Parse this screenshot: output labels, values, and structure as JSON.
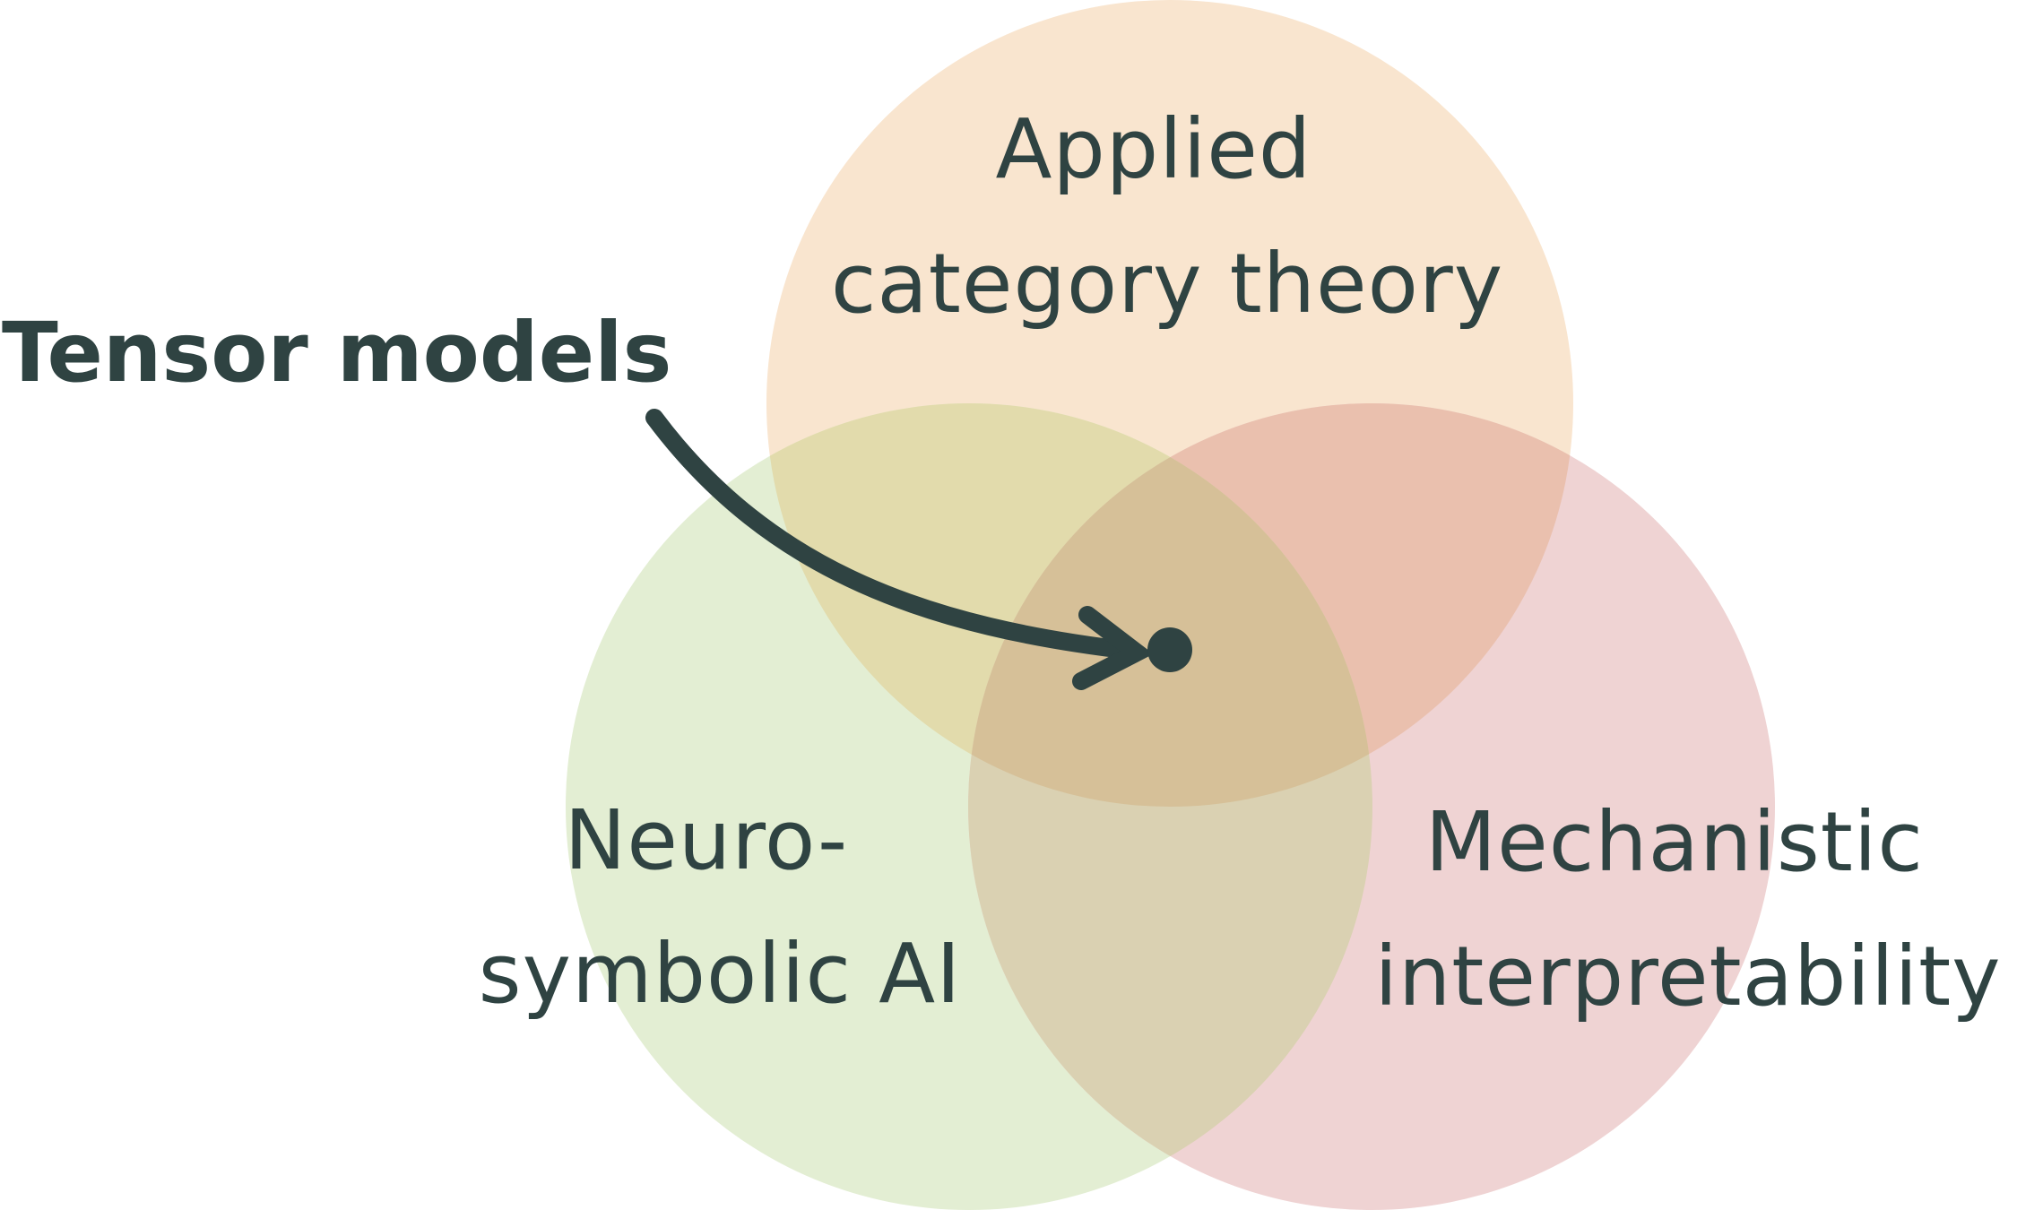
{
  "diagram": {
    "type": "venn-3",
    "text_color": "#2f4342",
    "sets": [
      {
        "id": "act",
        "lines": [
          "Applied",
          "category theory"
        ],
        "color": "#f9e5cf"
      },
      {
        "id": "nsai",
        "lines": [
          "Neuro-",
          "symbolic AI"
        ],
        "color": "#e3eed3"
      },
      {
        "id": "mi",
        "lines": [
          "Mechanistic",
          "interpretability"
        ],
        "color": "#efd3d3"
      }
    ],
    "overlap_colors": {
      "act_nsai": "#e2dbac",
      "act_mi": "#eac0ae",
      "nsai_mi": "#dad1b2",
      "all": "#d6c098"
    },
    "callout": {
      "label": "Tensor models",
      "points_to": "intersection of all three sets"
    }
  }
}
